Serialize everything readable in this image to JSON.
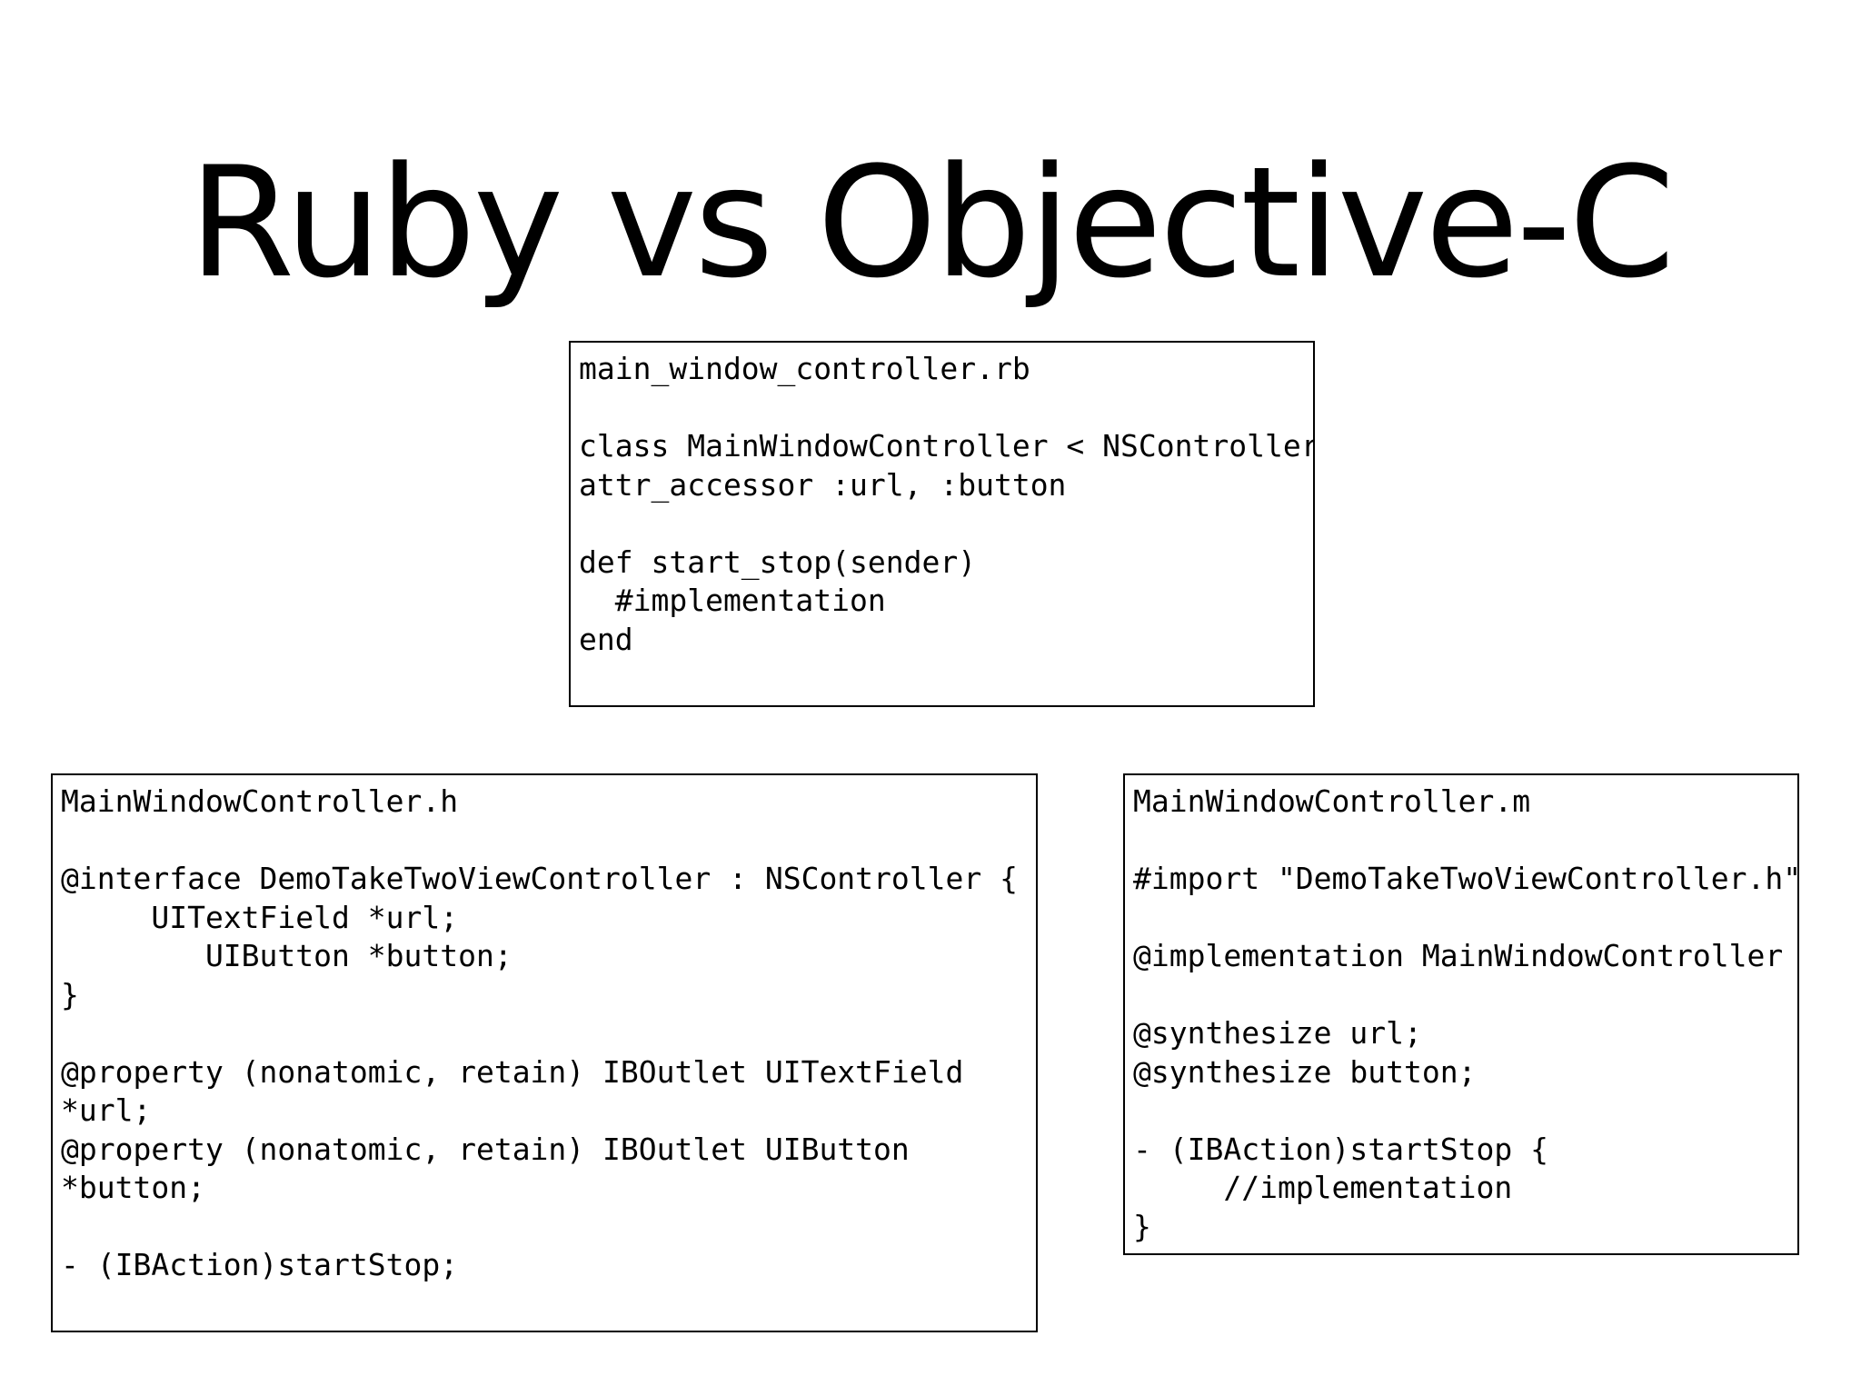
{
  "slide": {
    "title": "Ruby vs Objective-C"
  },
  "code_boxes": {
    "ruby": {
      "text": "main_window_controller.rb\n\nclass MainWindowController < NSController\nattr_accessor :url, :button\n\ndef start_stop(sender)\n  #implementation\nend"
    },
    "objc_header": {
      "text": "MainWindowController.h\n\n@interface DemoTakeTwoViewController : NSController {\n     UITextField *url;\n        UIButton *button;\n}\n\n@property (nonatomic, retain) IBOutlet UITextField\n*url;\n@property (nonatomic, retain) IBOutlet UIButton\n*button;\n\n- (IBAction)startStop;"
    },
    "objc_impl": {
      "text": "MainWindowController.m\n\n#import \"DemoTakeTwoViewController.h\"\n\n@implementation MainWindowController\n\n@synthesize url;\n@synthesize button;\n\n- (IBAction)startStop {\n     //implementation\n}"
    }
  }
}
